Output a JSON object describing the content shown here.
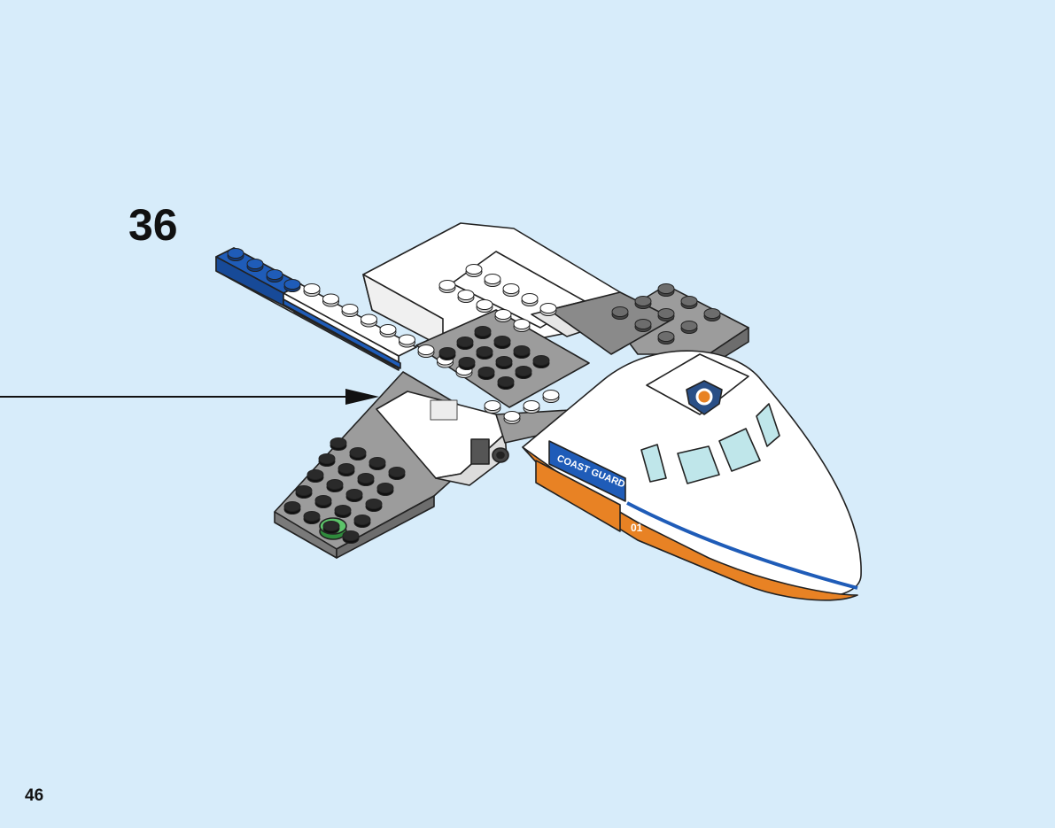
{
  "step": {
    "number": "36"
  },
  "page": {
    "number": "46",
    "background": "#d7ecfa"
  },
  "model": {
    "decal_label": "COAST GUARD",
    "tail_number": "01",
    "colors": {
      "white": "#ffffff",
      "light_gray": "#9c9c9c",
      "dark_gray": "#6d6d6d",
      "blue": "#1f5cb8",
      "orange": "#e88224",
      "green": "#43b24c",
      "window": "#bfe6ea"
    },
    "icons": [
      "lifebuoy-shield-icon",
      "arrow-icon"
    ]
  }
}
